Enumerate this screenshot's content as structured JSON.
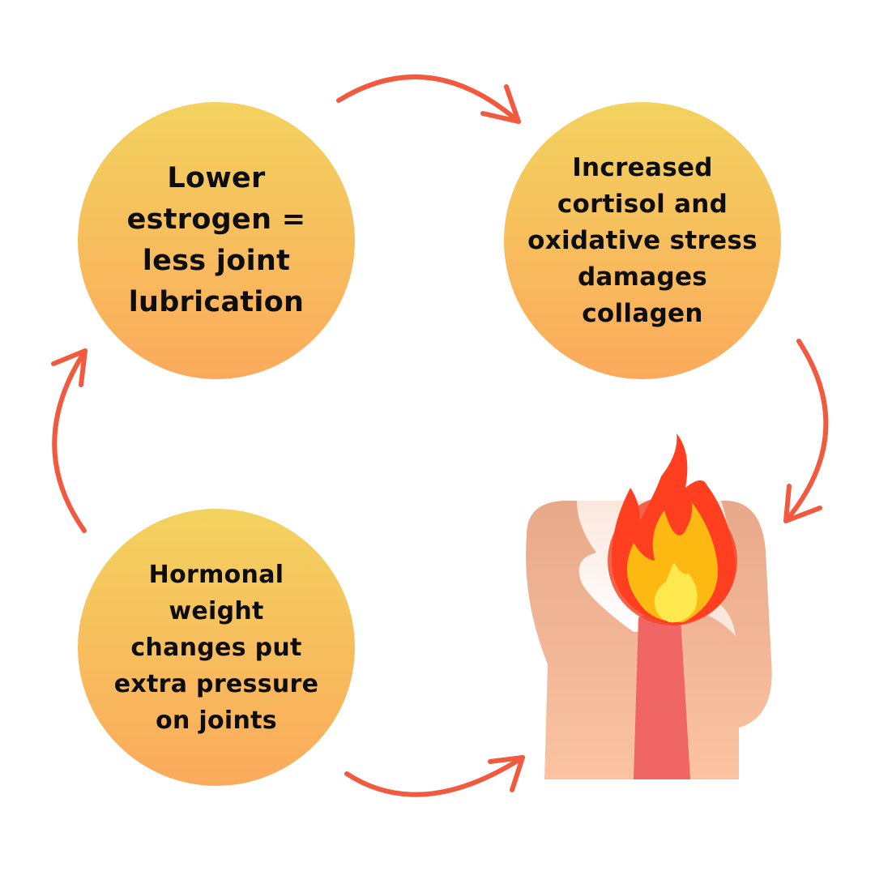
{
  "diagram": {
    "nodes": [
      {
        "id": "estrogen",
        "text": "Lower\nestrogen =\nless joint\nlubrication"
      },
      {
        "id": "cortisol",
        "text": "Increased\ncortisol and\noxidative stress\ndamages\ncollagen"
      },
      {
        "id": "weight",
        "text": "Hormonal\nweight\nchanges put\nextra pressure\non joints"
      }
    ],
    "edges": [
      {
        "from": "estrogen",
        "to": "cortisol"
      },
      {
        "from": "cortisol",
        "to": "inflamed-joint"
      },
      {
        "from": "weight",
        "to": "inflamed-joint"
      },
      {
        "from": "weight",
        "to": "estrogen"
      }
    ],
    "illustration": "inflamed-joint-icon"
  },
  "colors": {
    "circle_top": "#f3d25e",
    "circle_bottom": "#fbaa5c",
    "arrow": "#f15a3f",
    "text": "#0d0d0d"
  }
}
